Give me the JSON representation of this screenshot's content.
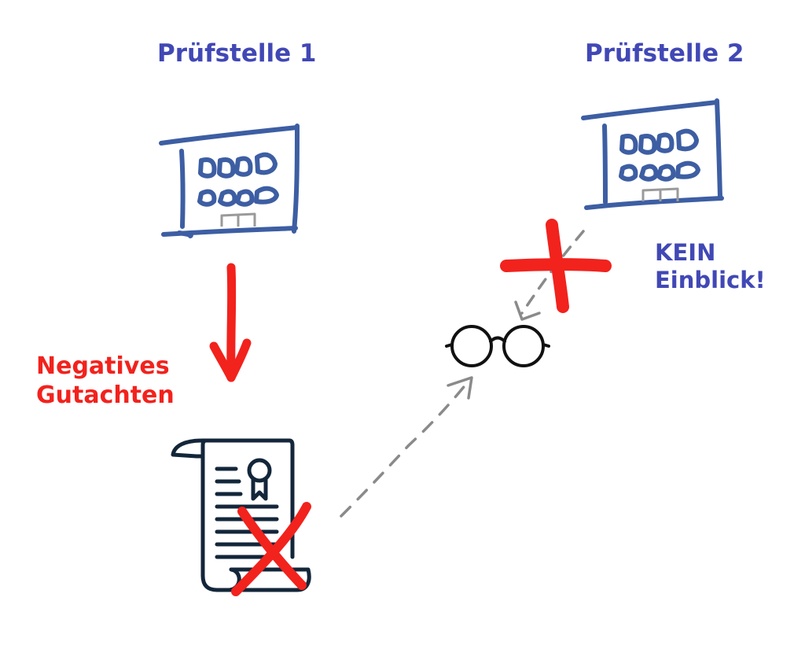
{
  "stations": [
    {
      "label": "Prüfstelle 1"
    },
    {
      "label": "Prüfstelle 2"
    }
  ],
  "report": {
    "label_line1": "Negatives",
    "label_line2": "Gutachten"
  },
  "blocked": {
    "label_line1": "KEIN",
    "label_line2": "Einblick!"
  },
  "colors": {
    "station_blue": "#3d5ea3",
    "label_blue": "#4148b5",
    "alert_red": "#f2221d",
    "document_navy": "#13263a",
    "arrow_gray": "#8a8a8a",
    "glasses_black": "#111111",
    "door_gray": "#9a9a9a"
  }
}
